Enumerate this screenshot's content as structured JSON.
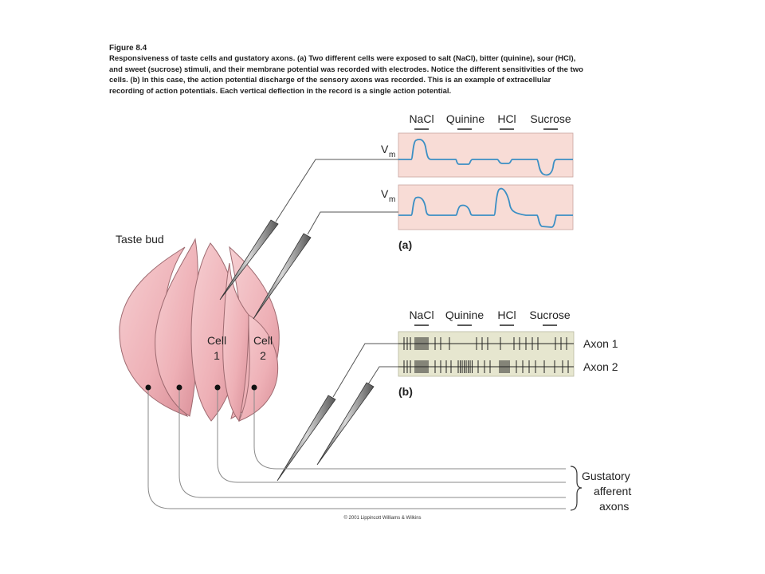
{
  "caption": {
    "figure_number": "Figure 8.4",
    "text": "Responsiveness of taste cells and gustatory axons. (a) Two different cells were exposed to salt (NaCl), bitter (quinine), sour (HCl), and sweet (sucrose) stimuli, and their membrane potential was recorded with electrodes. Notice the different sensitivities of the two cells. (b) In this case, the action potential discharge of the sensory axons was recorded. This is an example of extracellular recording of action potentials. Each vertical deflection in the record is a single action potential."
  },
  "stimuli": [
    "NaCl",
    "Quinine",
    "HCl",
    "Sucrose"
  ],
  "panel_a": {
    "label": "(a)",
    "trace_label_main": "V",
    "trace_label_sub": "m"
  },
  "panel_b": {
    "label": "(b)",
    "axon1_label": "Axon 1",
    "axon2_label": "Axon 2"
  },
  "taste_bud": {
    "label": "Taste bud",
    "cell1_line1": "Cell",
    "cell1_line2": "1",
    "cell2_line1": "Cell",
    "cell2_line2": "2"
  },
  "afferent": {
    "line1": "Gustatory",
    "line2": "afferent",
    "line3": "axons"
  },
  "copyright": "© 2001 Lippincott Williams & Wilkins",
  "colors": {
    "recording_bg_a": "#f8dcd6",
    "recording_bg_b": "#e6e6cf",
    "trace": "#3b8fc4",
    "bud_pink": "#f0b4b9",
    "spike": "#222222"
  }
}
